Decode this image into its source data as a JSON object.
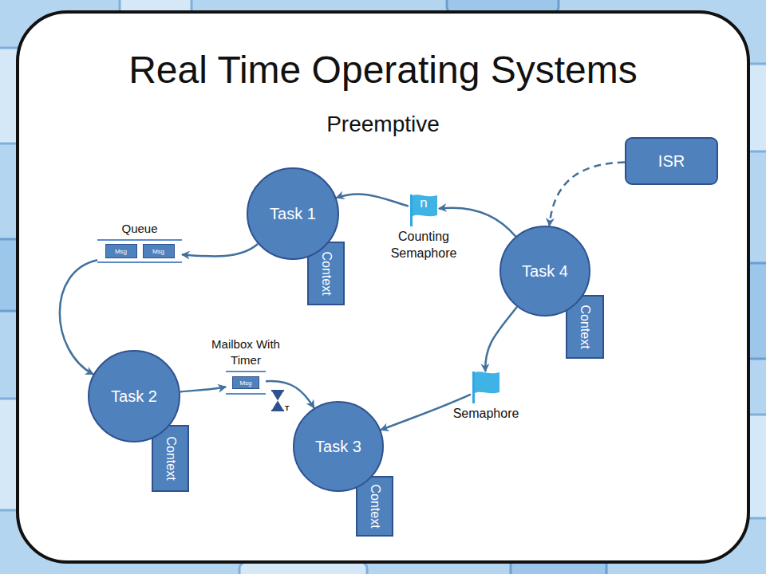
{
  "diagram": {
    "title": "Real Time Operating Systems",
    "nodes": [
      {
        "text": [
          "Task 1"
        ]
      },
      {
        "text": [
          "Context"
        ]
      },
      {
        "text": [
          "Queue"
        ]
      },
      {
        "text": [
          "Msg"
        ],
        "in": 2
      },
      {
        "text": [
          "Msg"
        ],
        "in": 2
      },
      {
        "text": [
          "n",
          "Counting Semaphore"
        ]
      },
      {
        "text": [
          "ISR"
        ]
      },
      {
        "text": [
          "Task 4"
        ]
      },
      {
        "text": [
          "Context"
        ]
      },
      {
        "text": [
          "Task 2"
        ]
      },
      {
        "text": [
          "Context"
        ]
      },
      {
        "text": [
          "Mailbox With Timer"
        ]
      },
      {
        "text": [
          "Msg"
        ],
        "in": 11
      },
      {
        "text": [
          "Semaphore"
        ]
      },
      {
        "text": [
          "Task 3"
        ]
      },
      {
        "text": [
          "Context"
        ]
      }
    ],
    "edges": [
      {
        "from": 0,
        "to": 2,
        "arrow": "to"
      },
      {
        "from": 2,
        "to": 9,
        "arrow": "to"
      },
      {
        "from": 9,
        "to": 11,
        "arrow": "to"
      },
      {
        "from": 11,
        "to": 14,
        "arrow": "to"
      },
      {
        "from": 7,
        "to": 5,
        "arrow": "to"
      },
      {
        "from": 5,
        "to": 0,
        "arrow": "to"
      },
      {
        "from": 7,
        "to": 13,
        "arrow": "to"
      },
      {
        "from": 13,
        "to": 14,
        "arrow": "to"
      },
      {
        "from": 6,
        "to": 7,
        "arrow": "to"
      }
    ],
    "labels": [
      "Preemptive",
      "T"
    ]
  }
}
